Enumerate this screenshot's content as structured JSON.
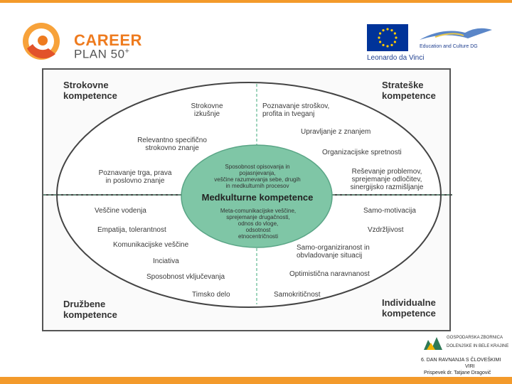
{
  "colors": {
    "accent": "#f39a2b",
    "brand_orange": "#ee7b1f",
    "eu_blue": "#003399",
    "center_green": "#7fc6a6"
  },
  "header": {
    "brand_line1": "CAREER",
    "brand_line2": "PLAN 50",
    "brand_plus": "+",
    "eu_caption": "Leonardo da Vinci",
    "edu_caption": "Education and Culture DG"
  },
  "diagram": {
    "corners": {
      "top_left": [
        "Strokovne",
        "kompetence"
      ],
      "top_right": [
        "Strateške",
        "kompetence"
      ],
      "bottom_left": [
        "Družbene",
        "kompetence"
      ],
      "bottom_right": [
        "Individualne",
        "kompetence"
      ]
    },
    "center": {
      "top_text": [
        "Sposobnost opisovanja in",
        "pojasnjevanja,",
        "veščine razumevanja sebe, drugih",
        "in medkulturnih procesov"
      ],
      "title": "Medkulturne kompetence",
      "bottom_text": [
        "Meta-comunikacijske veščine,",
        "sprejemanje drugačnosti,",
        "odnos do vloge,",
        "odsotnost",
        "etnocentričnosti"
      ]
    },
    "top_left_items": [
      [
        "Strokovne",
        "izkušnje"
      ],
      [
        "Relevantno specifično",
        "strokovno znanje"
      ],
      [
        "Poznavanje trga, prava",
        "in poslovno znanje"
      ]
    ],
    "top_right_items": [
      [
        "Poznavanje stroškov,",
        "profita in tveganj"
      ],
      [
        "Upravljanje z znanjem"
      ],
      [
        "Organizacijske spretnosti"
      ],
      [
        "Reševanje problemov,",
        "sprejemanje odločitev,",
        "sinergijsko razmišljanje"
      ]
    ],
    "bottom_left_items": [
      "Veščine vodenja",
      "Empatija, tolerantnost",
      "Komunikacijske veščine",
      "Inciativa",
      "Sposobnost vključevanja",
      "Timsko delo"
    ],
    "bottom_right_items": [
      [
        "Samo-motivacija"
      ],
      [
        "Vzdržljivost"
      ],
      [
        "Samo-organiziranost in",
        "obvladovanje situacij"
      ],
      [
        "Optimistična naravnanost"
      ],
      [
        "Samokritičnost"
      ]
    ]
  },
  "footer": {
    "org_line1": "GOSPODARSKA ZBORNICA",
    "org_line2": "DOLENJSKE IN BELE KRAJINE",
    "line1": "6. DAN RAVNANJA S ČLOVEŠKIMI",
    "line2": "VIRI",
    "line3": "Prispevek dr. Tatjane Dragovič"
  }
}
